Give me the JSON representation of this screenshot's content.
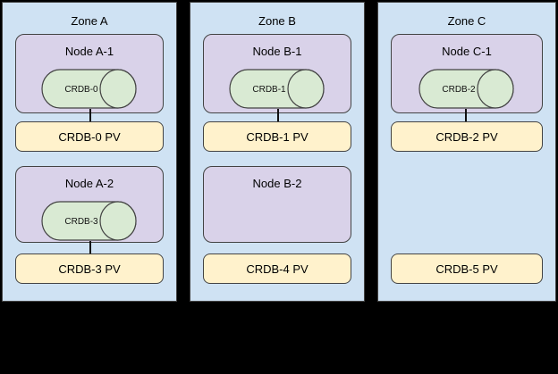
{
  "colors": {
    "background": "#000000",
    "zone_fill": "#cfe2f3",
    "node_fill": "#d9d2e9",
    "cylinder_fill": "#d9ead3",
    "pv_fill": "#fff2cc",
    "border": "#434343"
  },
  "zones": [
    {
      "label": "Zone A",
      "nodes": [
        {
          "label": "Node A-1",
          "cylinder": "CRDB-0",
          "pv": "CRDB-0 PV"
        },
        {
          "label": "Node A-2",
          "cylinder": "CRDB-3",
          "pv": "CRDB-3 PV"
        }
      ]
    },
    {
      "label": "Zone B",
      "nodes": [
        {
          "label": "Node B-1",
          "cylinder": "CRDB-1",
          "pv": "CRDB-1 PV"
        },
        {
          "label": "Node B-2",
          "cylinder": null,
          "pv": "CRDB-4 PV"
        }
      ]
    },
    {
      "label": "Zone C",
      "nodes": [
        {
          "label": "Node C-1",
          "cylinder": "CRDB-2",
          "pv": "CRDB-2 PV"
        }
      ],
      "orphan_pv": "CRDB-5 PV"
    }
  ]
}
